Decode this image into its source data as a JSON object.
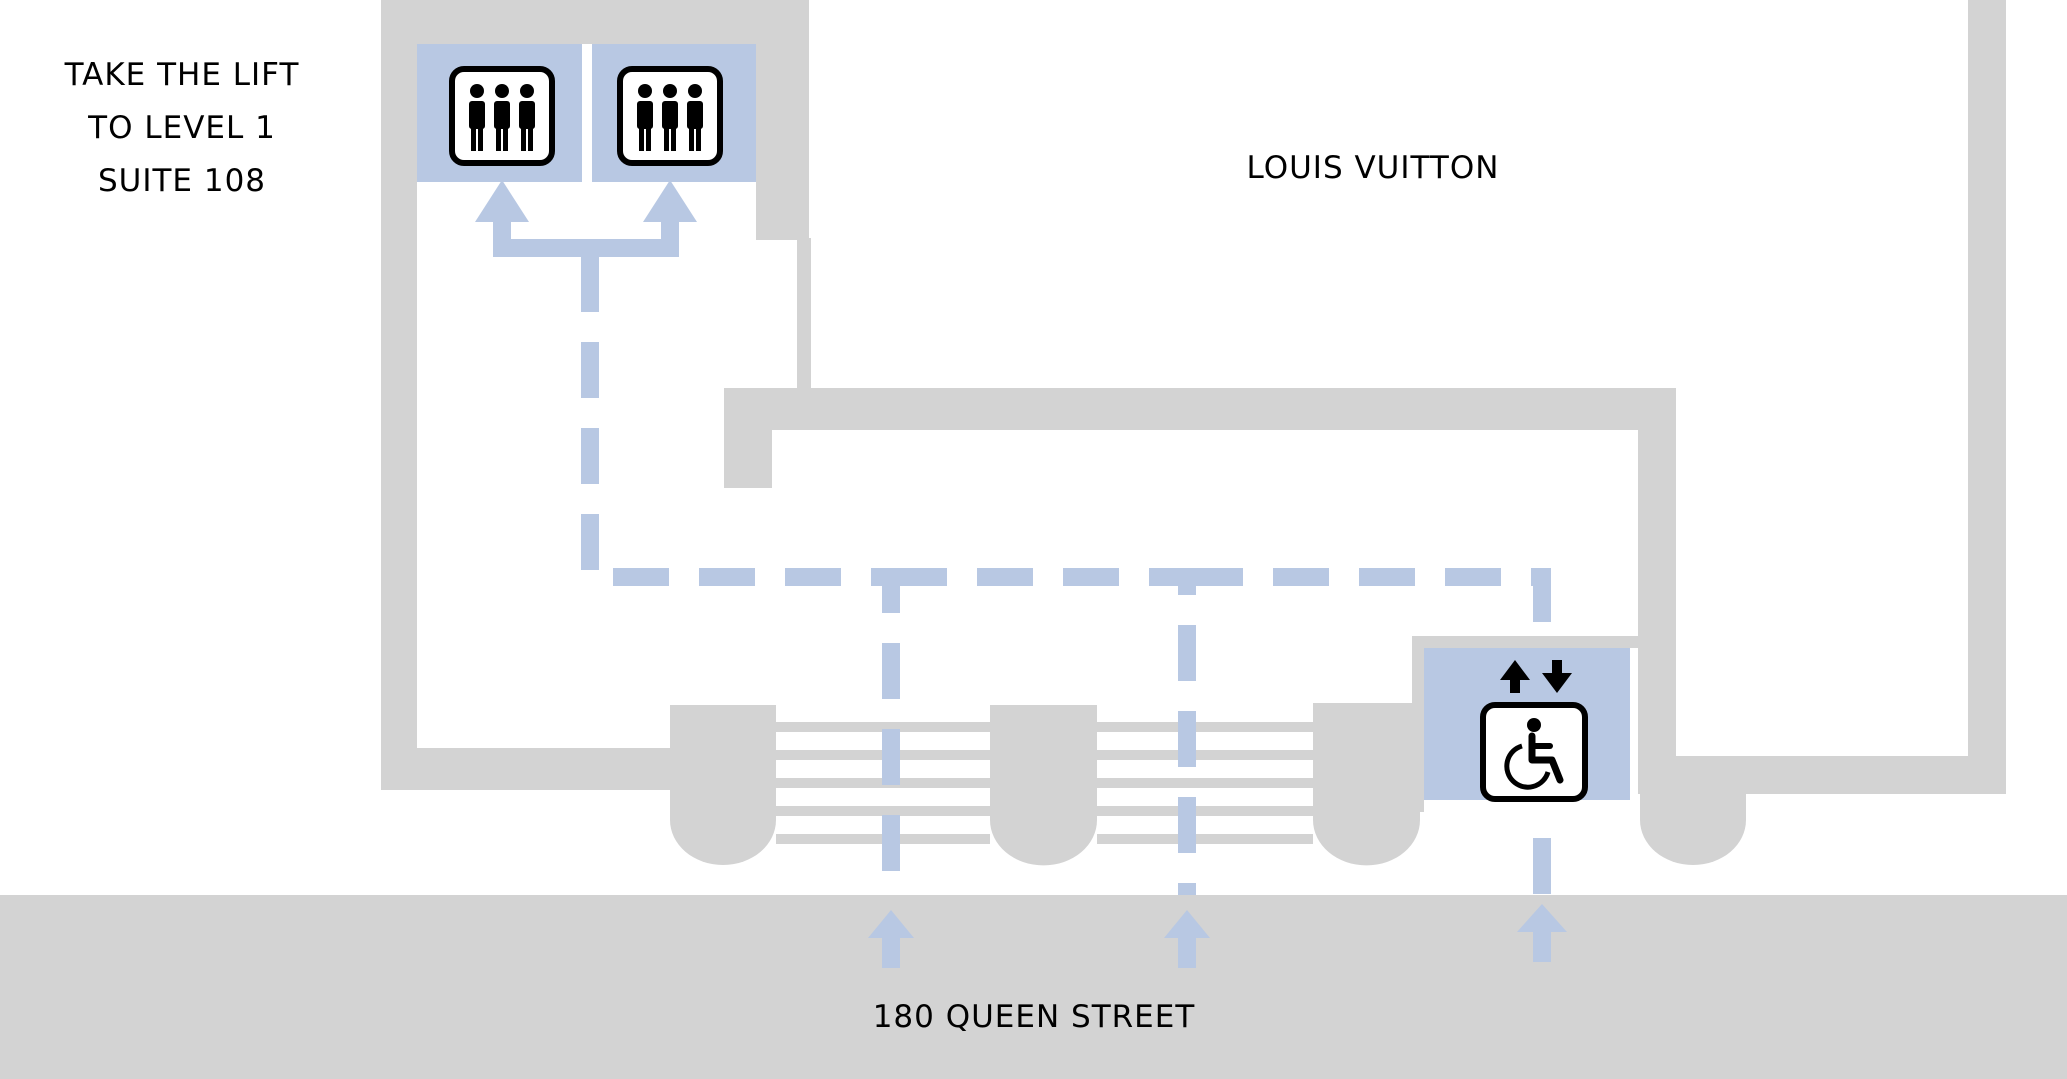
{
  "directions": {
    "line1": "TAKE THE LIFT",
    "line2": "TO LEVEL 1",
    "line3": "SUITE 108"
  },
  "labels": {
    "neighbour_store": "LOUIS VUITTON",
    "street": "180 QUEEN STREET"
  },
  "icons": {
    "lift": "passenger-lift-icon",
    "accessible_lift": "wheelchair-icon",
    "lift_direction": "up-down-arrows-icon",
    "entry": "up-arrow-icon"
  },
  "colors": {
    "walls": "#d3d3d3",
    "route": "#b8c8e3",
    "lift_panel": "#b8c8e3",
    "background": "#ffffff",
    "text": "#000000"
  }
}
